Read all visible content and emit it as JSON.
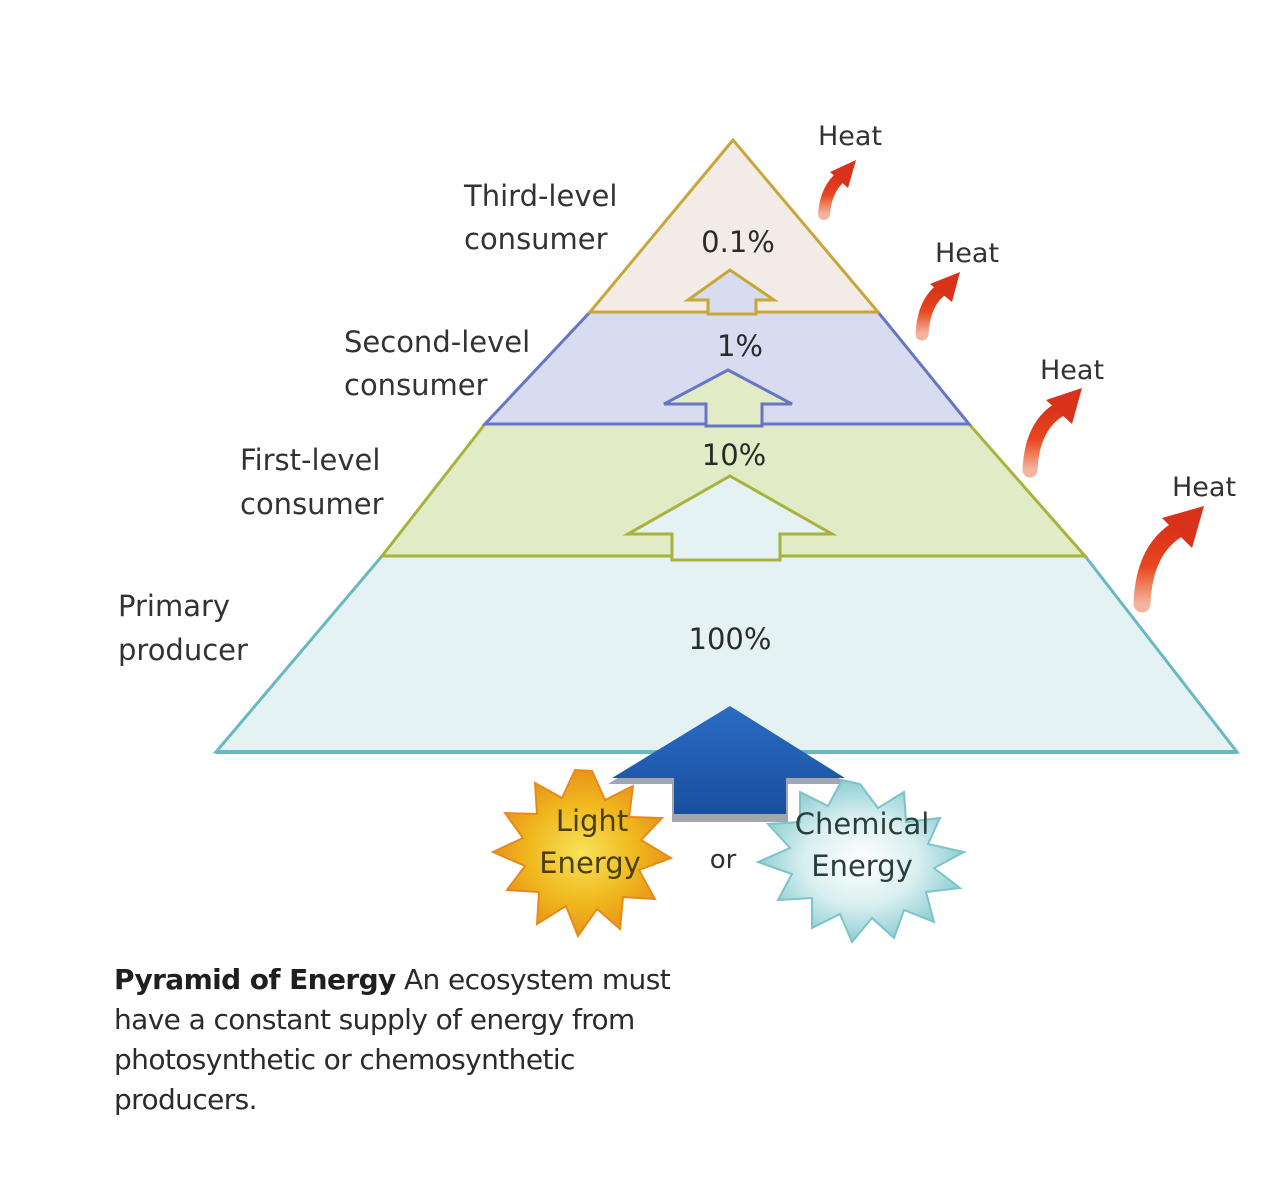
{
  "levels": [
    {
      "line1": "Third-level",
      "line2": "consumer",
      "percent": "0.1%",
      "color": "#f3ece6",
      "edge": "#c8a63a"
    },
    {
      "line1": "Second-level",
      "line2": "consumer",
      "percent": "1%",
      "color": "#d7dcf0",
      "edge": "#6874c4"
    },
    {
      "line1": "First-level",
      "line2": "consumer",
      "percent": "10%",
      "color": "#e1ebc6",
      "edge": "#a8b23c"
    },
    {
      "line1": "Primary",
      "line2": "producer",
      "percent": "100%",
      "color": "#e4f2f3",
      "edge": "#6ab8c0"
    }
  ],
  "heat_label": "Heat",
  "sources": {
    "light": {
      "line1": "Light",
      "line2": "Energy"
    },
    "connector": "or",
    "chemical": {
      "line1": "Chemical",
      "line2": "Energy"
    }
  },
  "caption": {
    "title": "Pyramid of Energy",
    "body": "An ecosystem must have a constant supply of energy from photosynthetic or chemosynthetic producers."
  },
  "colors": {
    "heat_arrow": "#e8461e",
    "energy_arrow": "#1e5fb4",
    "sun": "#f0a81c",
    "chemical_burst": "#a9d9dc"
  }
}
